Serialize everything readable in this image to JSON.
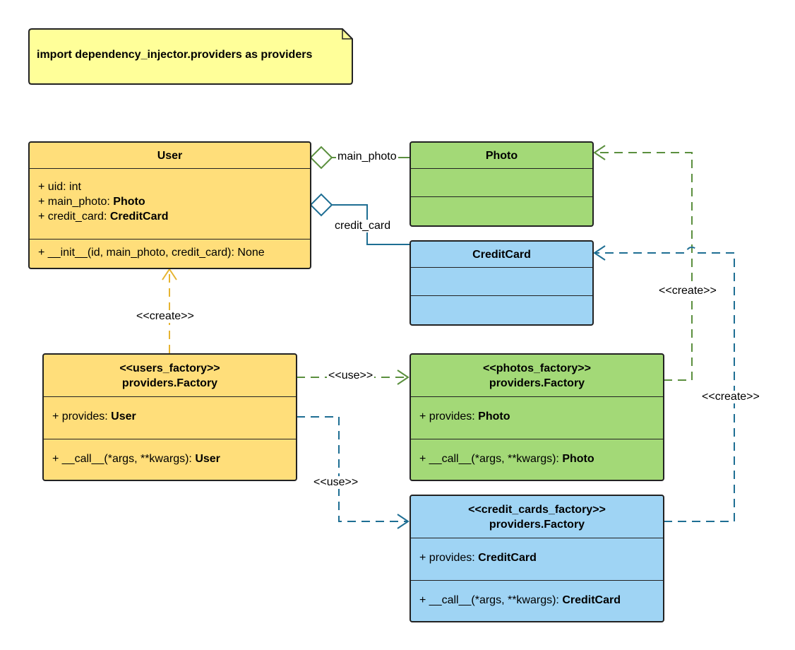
{
  "note": {
    "text": "import dependency_injector.providers as providers"
  },
  "colors": {
    "yellow": "#ffde7a",
    "green": "#a3d977",
    "blue": "#9fd4f4",
    "note_fill": "#ffff99",
    "green_line": "#5b8f3e",
    "blue_line": "#1e6e93",
    "yellow_line": "#e6b431"
  },
  "user": {
    "title": "User",
    "attributes": [
      {
        "prefix": "+ uid: ",
        "type": "int",
        "bold": false
      },
      {
        "prefix": "+ main_photo: ",
        "type": "Photo",
        "bold": true
      },
      {
        "prefix": "+ credit_card: ",
        "type": "CreditCard",
        "bold": true
      }
    ],
    "method": "+ __init__(id, main_photo, credit_card): None"
  },
  "photo": {
    "title": "Photo"
  },
  "credit_card": {
    "title": "CreditCard"
  },
  "users_factory": {
    "stereotype": "<<users_factory>>",
    "class_name": "providers.Factory",
    "provides_prefix": "+ provides: ",
    "provides_type": "User",
    "call_prefix": "+ __call__(*args, **kwargs): ",
    "call_type": "User"
  },
  "photos_factory": {
    "stereotype": "<<photos_factory>>",
    "class_name": "providers.Factory",
    "provides_prefix": "+ provides: ",
    "provides_type": "Photo",
    "call_prefix": "+ __call__(*args, **kwargs): ",
    "call_type": "Photo"
  },
  "credit_cards_factory": {
    "stereotype": "<<credit_cards_factory>>",
    "class_name": "providers.Factory",
    "provides_prefix": "+ provides: ",
    "provides_type": "CreditCard",
    "call_prefix": "+ __call__(*args, **kwargs): ",
    "call_type": "CreditCard"
  },
  "labels": {
    "main_photo": "main_photo",
    "credit_card": "credit_card",
    "create_user": "<<create>>",
    "create_photo": "<<create>>",
    "create_credit_card": "<<create>>",
    "use_photos": "<<use>>",
    "use_credit_cards": "<<use>>"
  }
}
